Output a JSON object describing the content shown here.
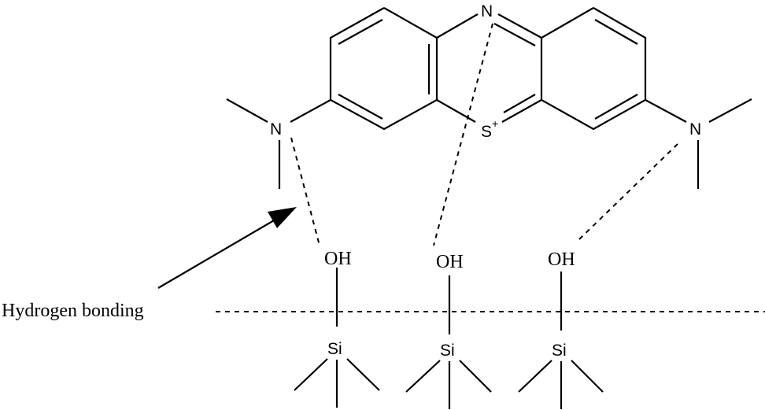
{
  "atoms": {
    "ring_n": "N",
    "ring_s": "S",
    "charge": "+",
    "amine_left": "N",
    "amine_right": "N"
  },
  "silanols": [
    {
      "oh": "OH",
      "si": "Si"
    },
    {
      "oh": "OH",
      "si": "Si"
    },
    {
      "oh": "OH",
      "si": "Si"
    }
  ],
  "annotation": {
    "label": "Hydrogen bonding"
  }
}
